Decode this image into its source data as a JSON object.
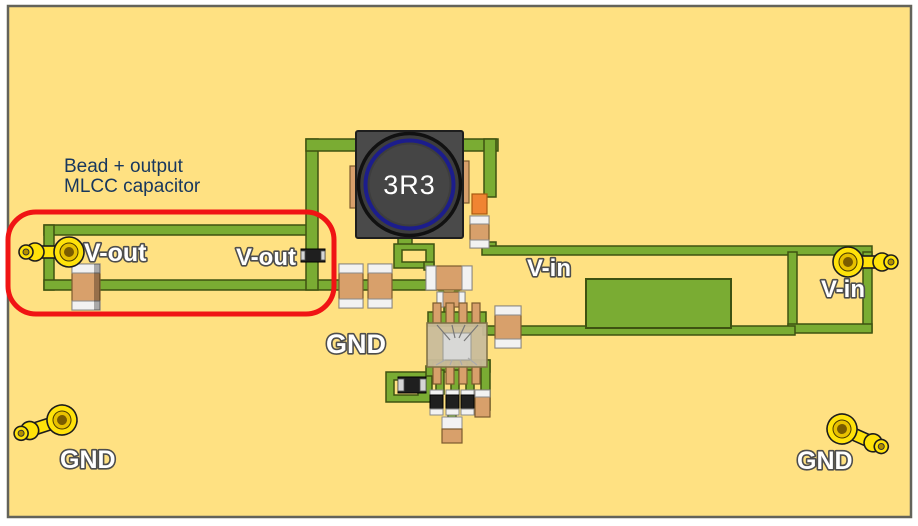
{
  "board": {
    "type": "pcb-top-view",
    "silkscreen_labels": {
      "vout_connector": "V-out",
      "vout_bead": "V-out",
      "gnd_center": "GND",
      "vin_plane": "V-in",
      "vin_connector": "V-in",
      "gnd_bottom_left": "GND",
      "gnd_bottom_right": "GND"
    },
    "components": {
      "inductor_value": "3R3"
    }
  },
  "annotation": {
    "line1": "Bead + output",
    "line2": "MLCC capacitor"
  },
  "colors": {
    "page_bg": "#ffffff",
    "board_substrate": "#FFE182",
    "copper_trace": "#7AAC33",
    "copper_outline": "#3E5211",
    "component_tan": "#D8A06B",
    "component_cap_end": "#F2F2F2",
    "component_black": "#1F1F1F",
    "component_orange": "#F08432",
    "connector_yellow": "#FFE20A",
    "inductor_body": "#4A4A4A",
    "inductor_ring_navy": "#1C1D8C",
    "annotation_red": "#F01414",
    "annotation_text_blue": "#17375E",
    "label_white": "#FFFFFF",
    "label_outline_gray": "#4D4D4D"
  }
}
